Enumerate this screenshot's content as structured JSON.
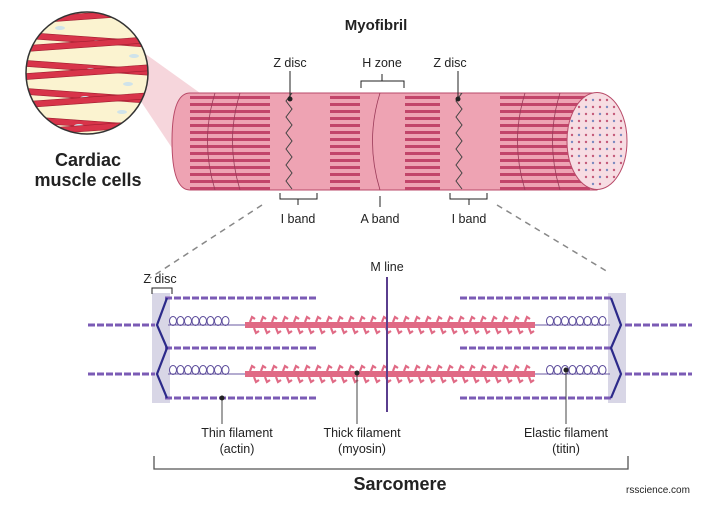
{
  "title": "Myofibril",
  "inset_label_line1": "Cardiac",
  "inset_label_line2": "muscle cells",
  "myofibril_labels": {
    "z_disc_left": "Z disc",
    "h_zone": "H zone",
    "z_disc_right": "Z disc",
    "i_band_left": "I band",
    "a_band": "A band",
    "i_band_right": "I band"
  },
  "sarcomere_labels": {
    "z_disc": "Z disc",
    "m_line": "M line",
    "thin_line1": "Thin filament",
    "thin_line2": "(actin)",
    "thick_line1": "Thick filament",
    "thick_line2": "(myosin)",
    "elastic_line1": "Elastic filament",
    "elastic_line2": "(titin)",
    "sarcomere": "Sarcomere"
  },
  "credit": "rsscience.com",
  "colors": {
    "muscle_red": "#d8344a",
    "myofibril_pink": "#e9879c",
    "myofibril_dark": "#c2456a",
    "thin_filament": "#7b5bb5",
    "thick_filament": "#e06a85",
    "z_disc": "#2c2a8a",
    "z_disc_shade": "#d8d6e6"
  }
}
